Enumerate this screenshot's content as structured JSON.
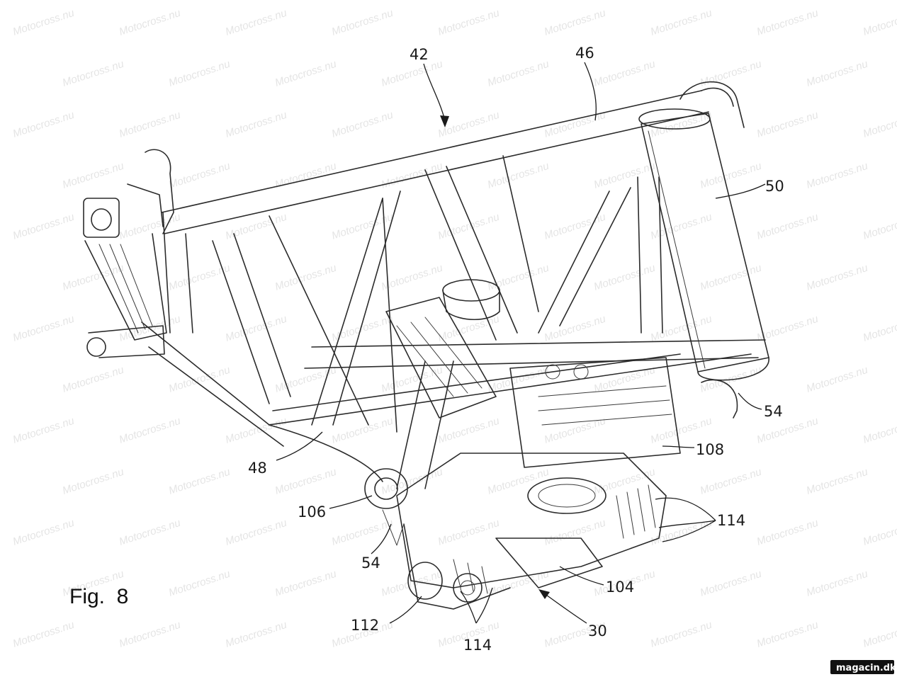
{
  "figure": {
    "caption": "Fig.  8"
  },
  "reference_numerals": [
    {
      "id": "frame",
      "text": "42"
    },
    {
      "id": "top-tube",
      "text": "46"
    },
    {
      "id": "lower-tube",
      "text": "48"
    },
    {
      "id": "steering-head",
      "text": "50"
    },
    {
      "id": "mount-right",
      "text": "54"
    },
    {
      "id": "mount-left",
      "text": "54"
    },
    {
      "id": "crank-pivot",
      "text": "106"
    },
    {
      "id": "cylinder-head",
      "text": "108"
    },
    {
      "id": "fins-right",
      "text": "114"
    },
    {
      "id": "fins-bottom",
      "text": "114"
    },
    {
      "id": "sump",
      "text": "104"
    },
    {
      "id": "output",
      "text": "112"
    },
    {
      "id": "engine",
      "text": "30"
    }
  ],
  "watermark": {
    "text": "Motocross.nu"
  },
  "site_badge": {
    "text": "magacin.dk",
    "color": "#111111"
  }
}
